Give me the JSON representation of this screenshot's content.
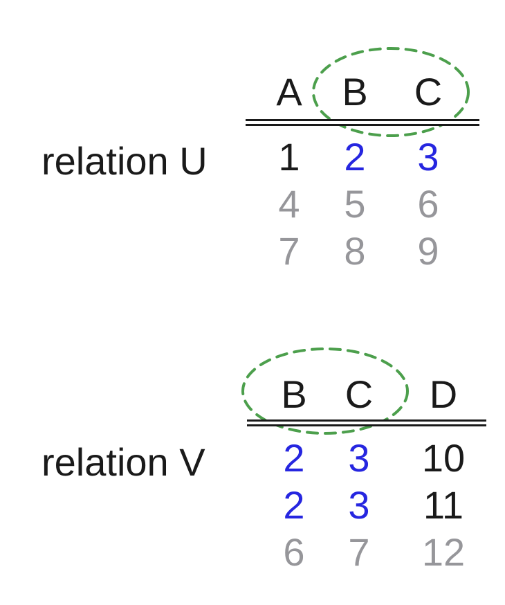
{
  "palette": {
    "background": "#ffffff",
    "text_black": "#1a1a1a",
    "match_blue": "#2626e0",
    "muted_gray": "#96969a",
    "ellipse_green": "#4c9f4c",
    "rule_black": "#1a1a1a"
  },
  "relations": [
    {
      "name": "relation U",
      "columns": [
        "A",
        "B",
        "C"
      ],
      "rows": [
        [
          "1",
          "2",
          "3"
        ],
        [
          "4",
          "5",
          "6"
        ],
        [
          "7",
          "8",
          "9"
        ]
      ],
      "row_inks": [
        [
          "black",
          "blue",
          "blue"
        ],
        [
          "gray",
          "gray",
          "gray"
        ],
        [
          "gray",
          "gray",
          "gray"
        ]
      ],
      "circled_columns": [
        "B",
        "C"
      ]
    },
    {
      "name": "relation V",
      "columns": [
        "B",
        "C",
        "D"
      ],
      "rows": [
        [
          "2",
          "3",
          "10"
        ],
        [
          "2",
          "3",
          "11"
        ],
        [
          "6",
          "7",
          "12"
        ]
      ],
      "row_inks": [
        [
          "blue",
          "blue",
          "black"
        ],
        [
          "blue",
          "blue",
          "black"
        ],
        [
          "gray",
          "gray",
          "gray"
        ]
      ],
      "circled_columns": [
        "B",
        "C"
      ]
    }
  ]
}
